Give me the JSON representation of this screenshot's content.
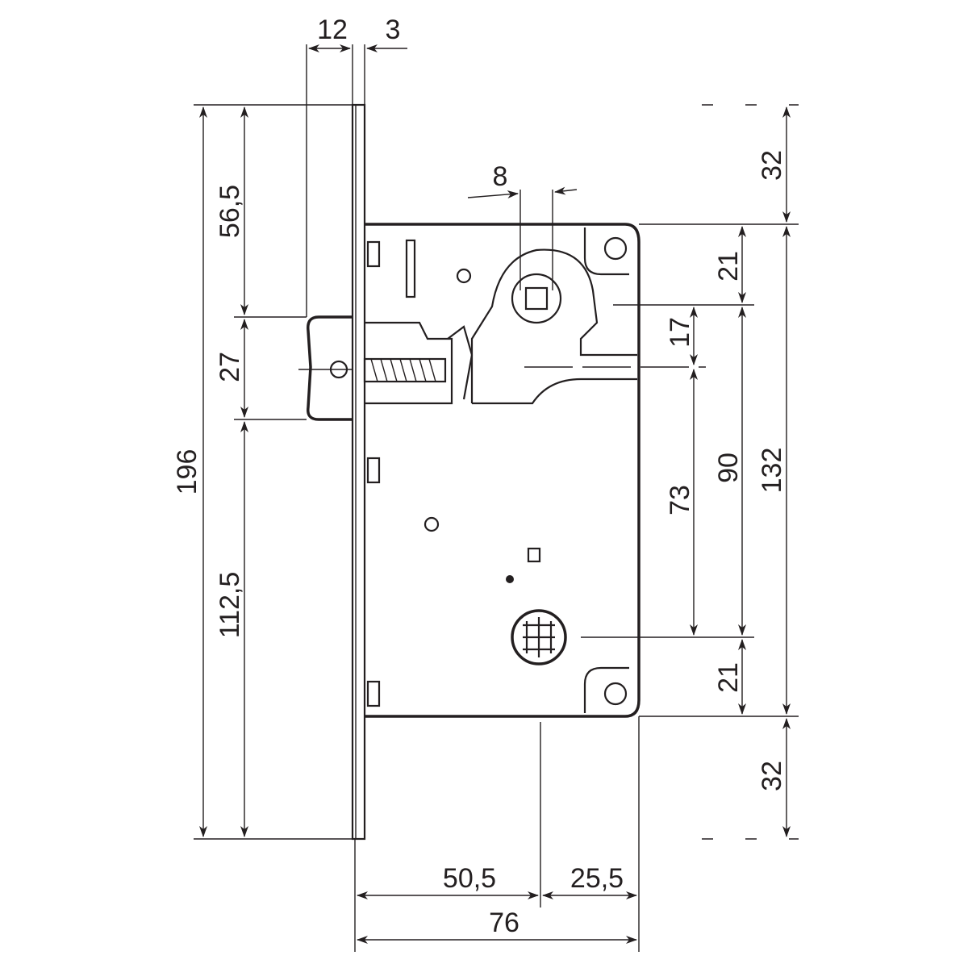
{
  "drawing": {
    "title": "Mortise lock dimension drawing",
    "line_color": "#231f20",
    "dimensions": {
      "plate_thickness_latch": "12",
      "plate_thickness": "3",
      "spindle_square": "8",
      "top_offset_right": "32",
      "top_to_spindle": "21",
      "spindle_to_latch": "17",
      "latch_to_key": "73",
      "spindle_to_key": "90",
      "body_height": "132",
      "key_to_bottom": "21",
      "bottom_offset_right": "32",
      "top_to_latch": "56,5",
      "latch_height": "27",
      "overall_height": "196",
      "latch_to_bottom": "112,5",
      "backset": "50,5",
      "rear_offset": "25,5",
      "body_depth": "76"
    }
  }
}
